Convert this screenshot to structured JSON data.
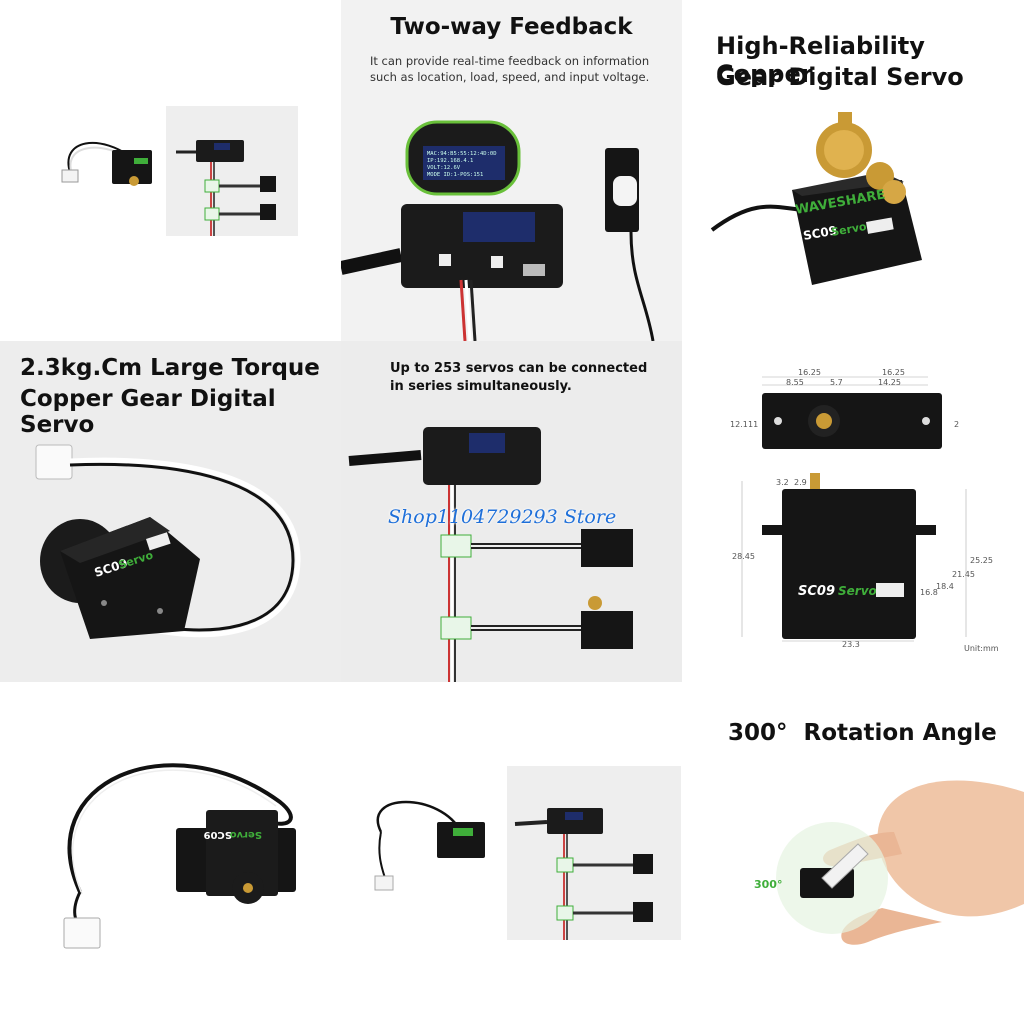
{
  "panels": {
    "two_way": {
      "title": "Two-way Feedback",
      "subtitle_line1": "It can provide real-time feedback on information",
      "subtitle_line2": "such as location, load, speed, and input voltage.",
      "oled_lines": [
        "MAC:94:B5:55:12:4D:0D",
        "IP:192.168.4.1",
        "VOLT:12.6V",
        "MODE ID:1-POS:151"
      ]
    },
    "reliability": {
      "title_line1": "High-Reliability Copper",
      "title_line2": "Gear Digital Servo",
      "brand": "WAVESHARE",
      "model": "SC09",
      "model_suffix": "Servo"
    },
    "torque": {
      "title_line1": "2.3kg.Cm Large Torque",
      "title_line2": "Copper Gear Digital Servo",
      "model": "SC09",
      "model_suffix": "Servo"
    },
    "series": {
      "subtitle_line1": "Up to 253 servos can be connected",
      "subtitle_line2": "in series simultaneously.",
      "watermark": "Shop1104729293 Store"
    },
    "dimensions": {
      "labels": [
        "16.25",
        "16.25",
        "8.55",
        "5.7",
        "14.25",
        "12.1",
        "11",
        "2",
        "3.2",
        "2.9",
        "28.45",
        "25.25",
        "21.45",
        "18.4",
        "16.8",
        "23.3"
      ],
      "unit": "Unit:mm",
      "model": "SC09",
      "model_suffix": "Servo"
    },
    "flat": {
      "model": "SC09",
      "model_suffix": "Servo"
    },
    "rotation": {
      "title": "300°  Rotation Angle",
      "badge": "300°"
    }
  },
  "colors": {
    "servo_body": "#151515",
    "copper": "#c99a35",
    "label_green": "#3fae3a",
    "board": "#1b1b1b",
    "oled": "#1e2d6b"
  }
}
